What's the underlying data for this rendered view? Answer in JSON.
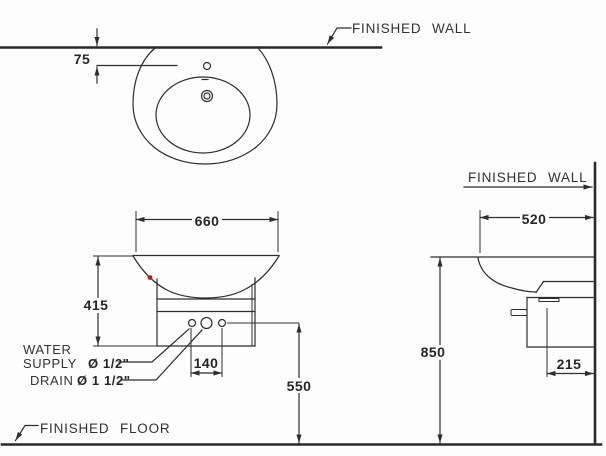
{
  "labels": {
    "finished_wall_top": "FINISHED WALL",
    "finished_wall_side": "FINISHED WALL",
    "finished_floor": "FINISHED FLOOR",
    "water_supply_line1": "WATER",
    "water_supply_line2": "SUPPLY",
    "water_supply_size": "Ø 1/2\"",
    "drain_label": "DRAIN",
    "drain_size": "Ø 1 1/2\""
  },
  "dimensions": {
    "wall_to_faucet": "75",
    "basin_width": "660",
    "basin_height": "415",
    "supply_spacing": "140",
    "drain_height": "550",
    "basin_depth": "520",
    "rim_height": "850",
    "bracket_depth": "215"
  },
  "colors": {
    "line": "#2e2e2e",
    "marker_red": "#cc1111",
    "background": "#fdfdfd"
  }
}
